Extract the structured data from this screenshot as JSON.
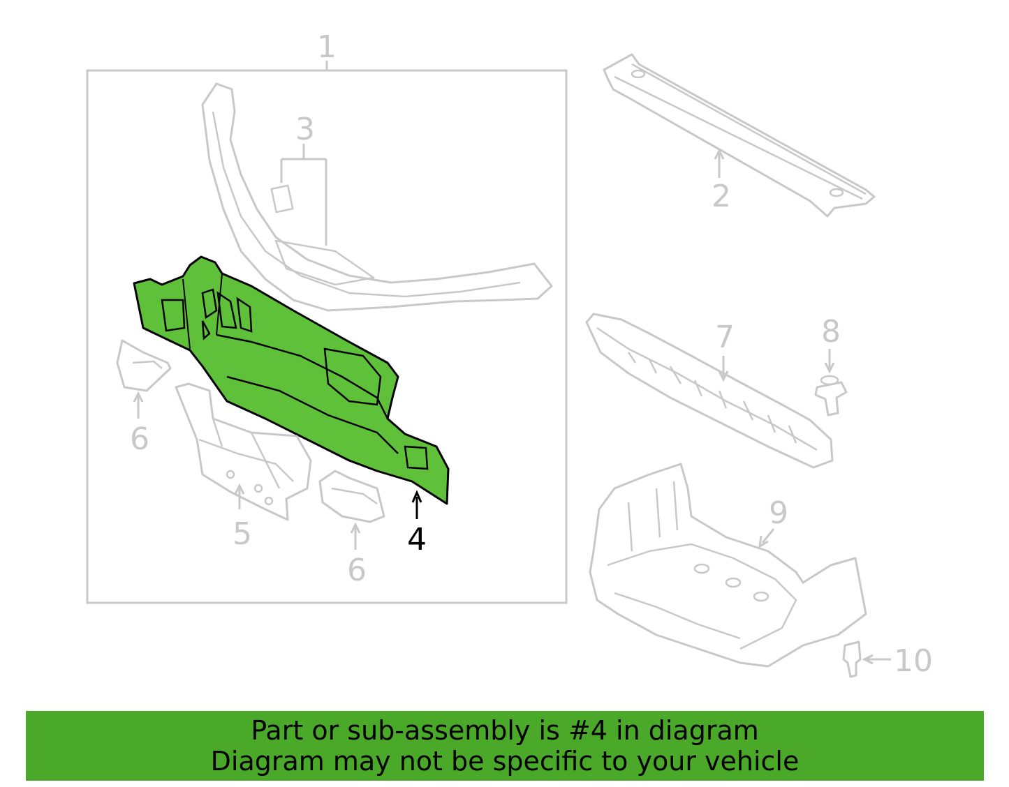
{
  "colors": {
    "highlight": "#4aa928",
    "part_fill": "#5fc13a",
    "inactive_line": "#c8c8c8",
    "active_line": "#000000"
  },
  "callouts": {
    "c1": "1",
    "c2": "2",
    "c3": "3",
    "c4": "4",
    "c5": "5",
    "c6a": "6",
    "c6b": "6",
    "c7": "7",
    "c8": "8",
    "c9": "9",
    "c10": "10"
  },
  "banner": {
    "line1": "Part or sub-assembly is #4 in diagram",
    "line2": "Diagram may not be specific to your vehicle"
  }
}
